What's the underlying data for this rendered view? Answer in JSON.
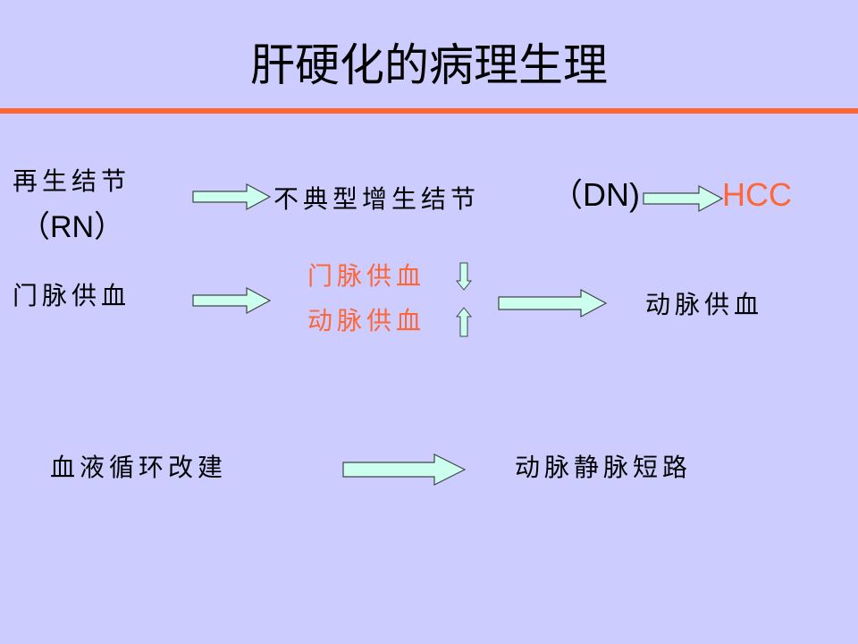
{
  "slide": {
    "title": "肝硬化的病理生理",
    "accent_color": "#ff6633",
    "background_color": "#ccccff"
  },
  "row1": {
    "node1_line1": "再生结节",
    "node1_line2": "（RN）",
    "node2_cjk": "不典型增生结节",
    "node2_abbrev": "（DN)",
    "node3": "HCC"
  },
  "row2": {
    "left": "门脉供血",
    "mid_line1": "门脉供血",
    "mid_line2": "动脉供血",
    "right": "动脉供血",
    "mid_line1_trend": "down-arrow-icon",
    "mid_line2_trend": "up-arrow-icon"
  },
  "row3": {
    "left": "血液循环改建",
    "right": "动脉静脉短路"
  }
}
